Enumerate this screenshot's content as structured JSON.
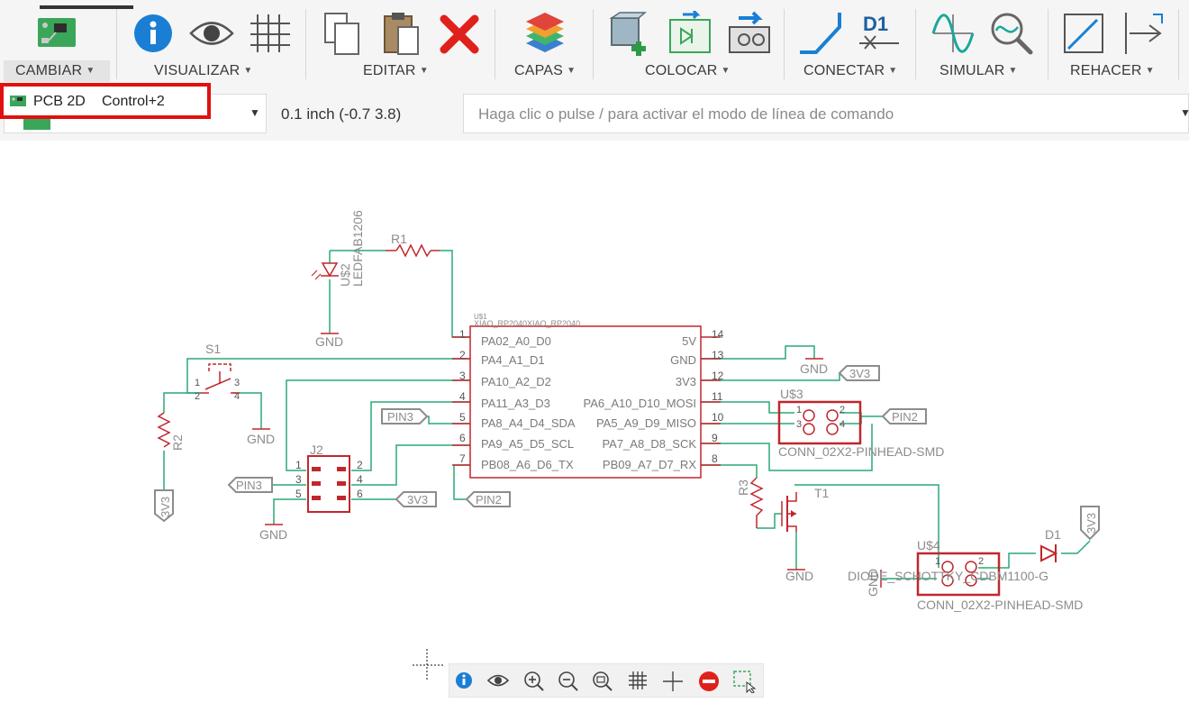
{
  "toolbar": {
    "groups": [
      {
        "label": "CAMBIAR",
        "icon": "pcb-board-icon"
      },
      {
        "label": "VISUALIZAR",
        "icon": "info-icon"
      },
      {
        "label": "EDITAR",
        "icon": "copy-icon"
      },
      {
        "label": "CAPAS",
        "icon": "layers-icon"
      },
      {
        "label": "COLOCAR",
        "icon": "add-part-icon"
      },
      {
        "label": "CONECTAR",
        "icon": "net-icon"
      },
      {
        "label": "SIMULAR",
        "icon": "sine-wave-icon"
      },
      {
        "label": "REHACER",
        "icon": "redo-icon"
      }
    ],
    "net_glyph": "D1"
  },
  "switch_menu": {
    "item_label": "PCB 2D",
    "shortcut": "Control+2"
  },
  "grid_info": "0.1 inch (-0.7 3.8)",
  "command_line": {
    "placeholder": "Haga clic o pulse / para activar el modo de línea de comando"
  },
  "schematic": {
    "mcu": {
      "name": "U$1",
      "value": "XIAO_RP2040XIAO_RP2040",
      "left_pins": [
        {
          "num": "1",
          "name": "PA02_A0_D0"
        },
        {
          "num": "2",
          "name": "PA4_A1_D1"
        },
        {
          "num": "3",
          "name": "PA10_A2_D2"
        },
        {
          "num": "4",
          "name": "PA11_A3_D3"
        },
        {
          "num": "5",
          "name": "PA8_A4_D4_SDA"
        },
        {
          "num": "6",
          "name": "PA9_A5_D5_SCL"
        },
        {
          "num": "7",
          "name": "PB08_A6_D6_TX"
        }
      ],
      "right_pins": [
        {
          "num": "14",
          "name": "5V"
        },
        {
          "num": "13",
          "name": "GND"
        },
        {
          "num": "12",
          "name": "3V3"
        },
        {
          "num": "11",
          "name": "PA6_A10_D10_MOSI"
        },
        {
          "num": "10",
          "name": "PA5_A9_D9_MISO"
        },
        {
          "num": "9",
          "name": "PA7_A8_D8_SCK"
        },
        {
          "num": "8",
          "name": "PB09_A7_D7_RX"
        }
      ]
    },
    "labels": {
      "r1": "R1",
      "r2": "R2",
      "r3": "R3",
      "s1": "S1",
      "j2": "J2",
      "t1": "T1",
      "d1": "D1",
      "u2": "U$2",
      "u2_value": "LEDFAB1206",
      "u3": "U$3",
      "u3_value": "CONN_02X2-PINHEAD-SMD",
      "u4": "U$4",
      "u4_value": "CONN_02X2-PINHEAD-SMD",
      "d1_value": "DIODE_SCHOTTKY_CDBM1100-G",
      "gnd": "GND",
      "v33": "3V3",
      "pin2": "PIN2",
      "pin3": "PIN3"
    }
  },
  "colors": {
    "wire": "#2aa876",
    "part": "#c0272d",
    "text": "#8c8c8c",
    "accent": "#1a7fd4"
  }
}
